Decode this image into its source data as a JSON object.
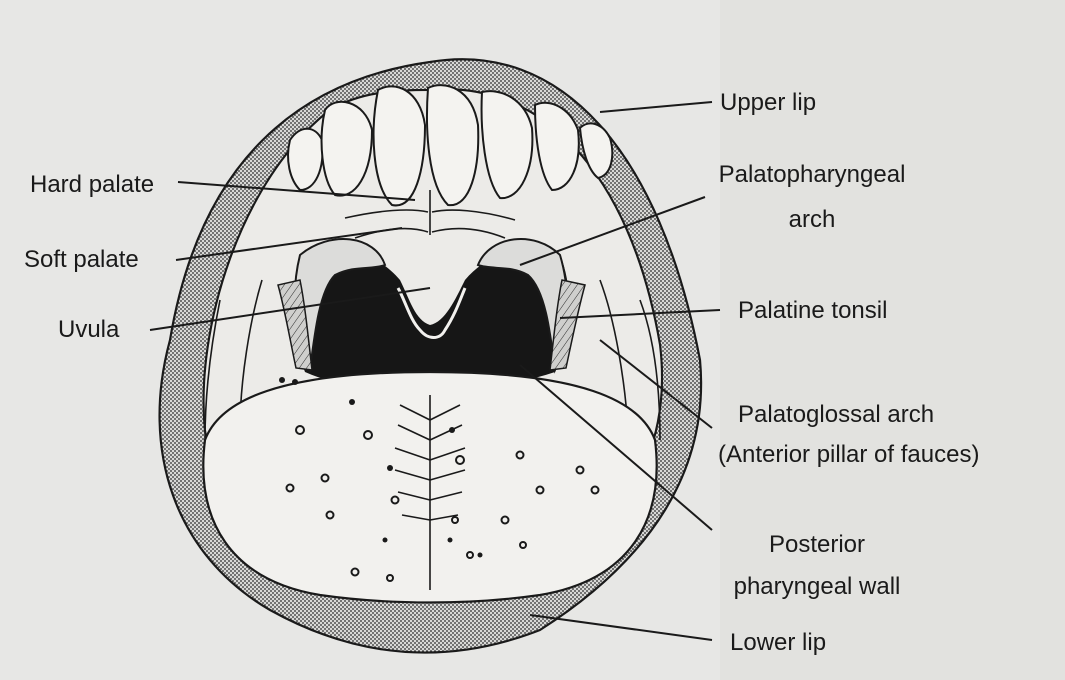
{
  "figure": {
    "labels": {
      "upper_lip": "Upper lip",
      "hard_palate": "Hard palate",
      "palatopharyngeal_arch": [
        "Palatopharyngeal",
        "arch"
      ],
      "soft_palate": "Soft palate",
      "uvula": "Uvula",
      "palatine_tonsil": "Palatine tonsil",
      "palatoglossal_arch": [
        "Palatoglossal arch",
        "(Anterior pillar of fauces)"
      ],
      "posterior_pharyngeal_wall": [
        "Posterior",
        "pharyngeal wall"
      ],
      "lower_lip": "Lower lip"
    }
  },
  "colors": {
    "paper": "#e7e7e5",
    "ink": "#1a1a1a",
    "lip_fill": "#8a8a8a",
    "pharynx": "#161616",
    "tongue": "#f2f1ee"
  }
}
